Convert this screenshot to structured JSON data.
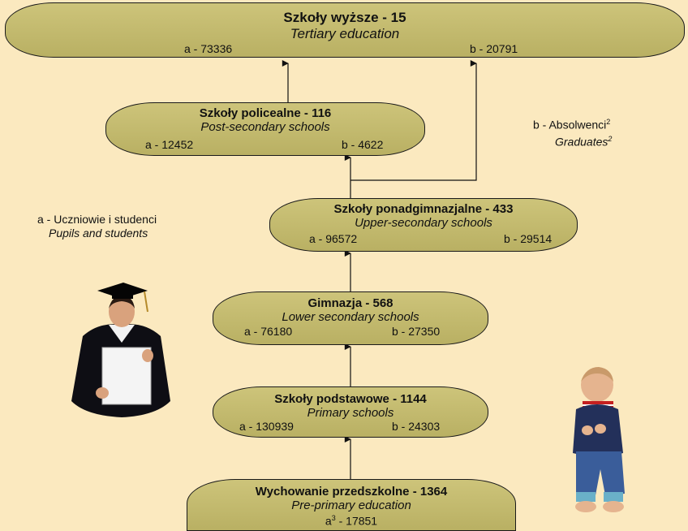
{
  "nodes": {
    "tertiary": {
      "title": "Szkoły  wyższe - 15",
      "subtitle": "Tertiary  education",
      "a": "a - 73336",
      "b": "b - 20791"
    },
    "postsec": {
      "title": "Szkoły  policealne - 116",
      "subtitle": "Post-secondary  schools",
      "a": "a - 12452",
      "b": "b - 4622"
    },
    "upper": {
      "title": "Szkoły  ponadgimnazjalne - 433",
      "subtitle": "Upper-secondary schools",
      "a": "a - 96572",
      "b": "b - 29514"
    },
    "lower": {
      "title": "Gimnazja - 568",
      "subtitle": "Lower secondary schools",
      "a": "a - 76180",
      "b": "b - 27350"
    },
    "primary": {
      "title": "Szkoły podstawowe - 1144",
      "subtitle": "Primary  schools",
      "a": "a - 130939",
      "b": "b - 24303"
    },
    "preprimary": {
      "title": "Wychowanie przedszkolne - 1364",
      "subtitle": "Pre-primary education",
      "c_base": "a",
      "c_sup": "3",
      "c_value": " - 17851"
    }
  },
  "legend": {
    "a_pl": "a - Uczniowie i studenci",
    "a_en": "Pupils and students",
    "b_pl": "b - Absolwenci",
    "b_pl_sup": "2",
    "b_en": "Graduates",
    "b_en_sup": "2"
  },
  "colors": {
    "background": "#fbe9bf",
    "node_fill": "#c4bb6e",
    "outline": "#1a1a1a"
  },
  "illustrations": [
    "graduate-in-gown-photo",
    "toddler-looking-up-photo"
  ]
}
